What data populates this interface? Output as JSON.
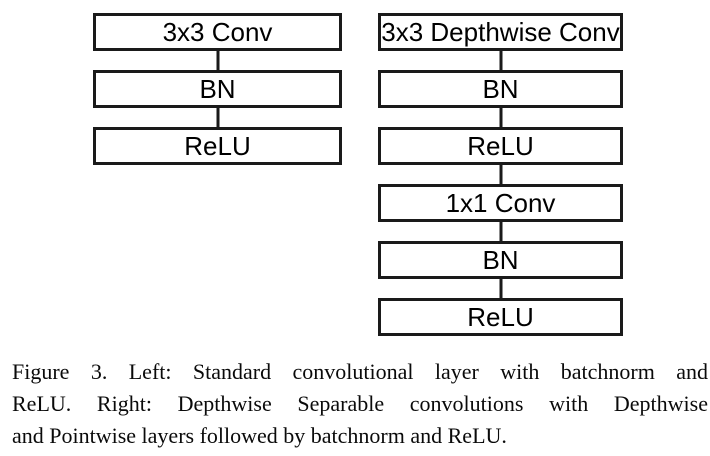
{
  "diagram": {
    "left_column": {
      "boxes": [
        "3x3 Conv",
        "BN",
        "ReLU"
      ]
    },
    "right_column": {
      "boxes": [
        "3x3 Depthwise Conv",
        "BN",
        "ReLU",
        "1x1 Conv",
        "BN",
        "ReLU"
      ]
    },
    "colors": {
      "box_border": "#1a1a1a",
      "box_fill": "#ffffff",
      "label_text": "#000000",
      "background": "#ffffff"
    }
  },
  "caption": {
    "lines": [
      "Figure 3. Left: Standard convolutional layer with batchnorm and",
      "ReLU. Right: Depthwise Separable convolutions with Depthwise",
      "and Pointwise layers followed by batchnorm and ReLU."
    ]
  }
}
